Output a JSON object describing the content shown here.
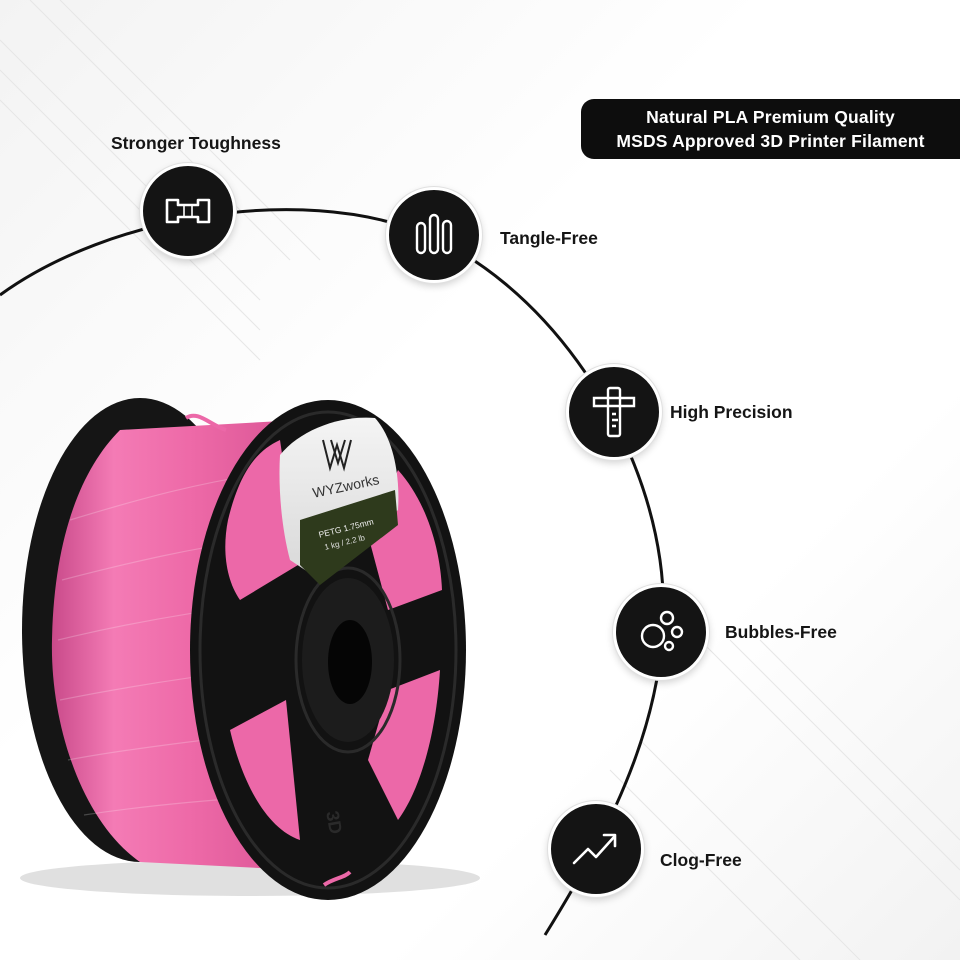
{
  "banner": {
    "line1": "Natural PLA Premium Quality",
    "line2": "MSDS Approved 3D Printer Filament"
  },
  "features": [
    {
      "label": "Stronger Toughness",
      "icon": "bone-toughness-icon"
    },
    {
      "label": "Tangle-Free",
      "icon": "filament-strands-icon"
    },
    {
      "label": "High Precision",
      "icon": "caliper-icon"
    },
    {
      "label": "Bubbles-Free",
      "icon": "bubbles-icon"
    },
    {
      "label": "Clog-Free",
      "icon": "trend-arrow-icon"
    }
  ],
  "spool": {
    "brand": "WYZworks",
    "material": "PETG 1.75mm",
    "weight": "1 kg / 2.2 lb",
    "rim_mark": "3D",
    "filament_color": "#f06aaa"
  },
  "colors": {
    "badge": "#141414",
    "banner": "#0d0d0d",
    "arc": "#111111",
    "spool_body": "#141414"
  }
}
